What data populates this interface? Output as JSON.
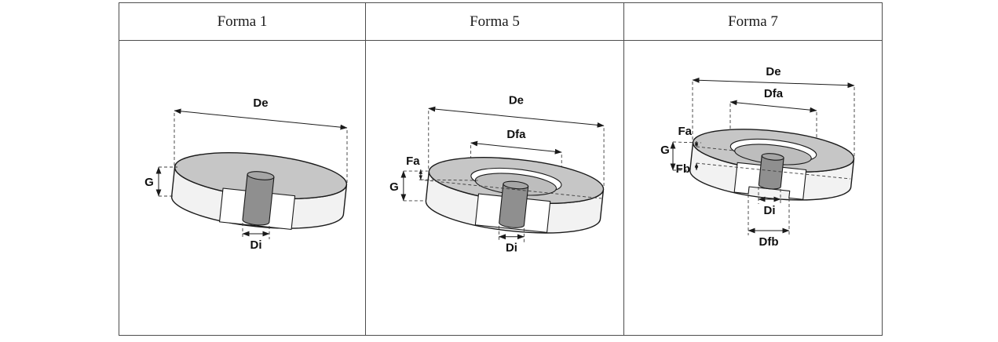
{
  "panels": [
    {
      "title": "Forma 1",
      "labels": {
        "De": "De",
        "G": "G",
        "Di": "Di"
      }
    },
    {
      "title": "Forma 5",
      "labels": {
        "De": "De",
        "Dfa": "Dfa",
        "Fa": "Fa",
        "G": "G",
        "Di": "Di"
      }
    },
    {
      "title": "Forma 7",
      "labels": {
        "De": "De",
        "Dfa": "Dfa",
        "Fa": "Fa",
        "G": "G",
        "Fb": "Fb",
        "Di": "Di",
        "Dfb": "Dfb"
      }
    }
  ]
}
